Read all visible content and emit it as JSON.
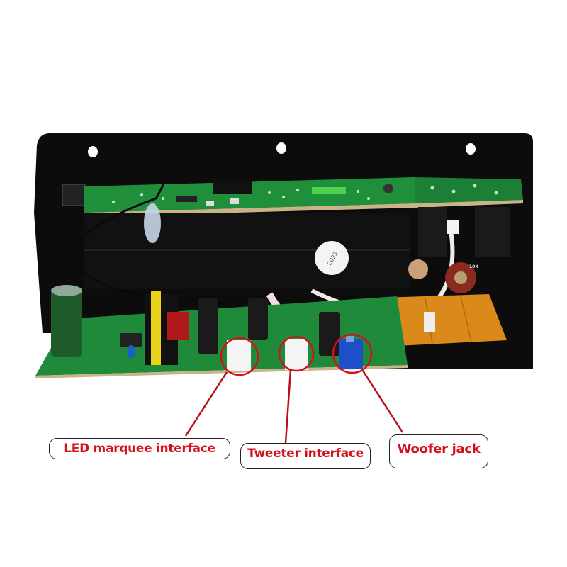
{
  "image": {
    "subject": "Amplifier board with heatsink mounted on black metal plate",
    "sticker_text": "2023",
    "potentiometer_text": "10K",
    "background_color": "#ffffff",
    "plate_color": "#0d0d0d",
    "pcb_color": "#1e8a3a",
    "annotation_color": "#d4111b"
  },
  "annotations": [
    {
      "id": "led",
      "label": "LED marquee interface",
      "target": "white connector (left)"
    },
    {
      "id": "tweeter",
      "label": "Tweeter interface",
      "target": "white connector (middle)"
    },
    {
      "id": "woofer",
      "label": "Woofer jack",
      "target": "blue potentiometer block (right)"
    }
  ]
}
